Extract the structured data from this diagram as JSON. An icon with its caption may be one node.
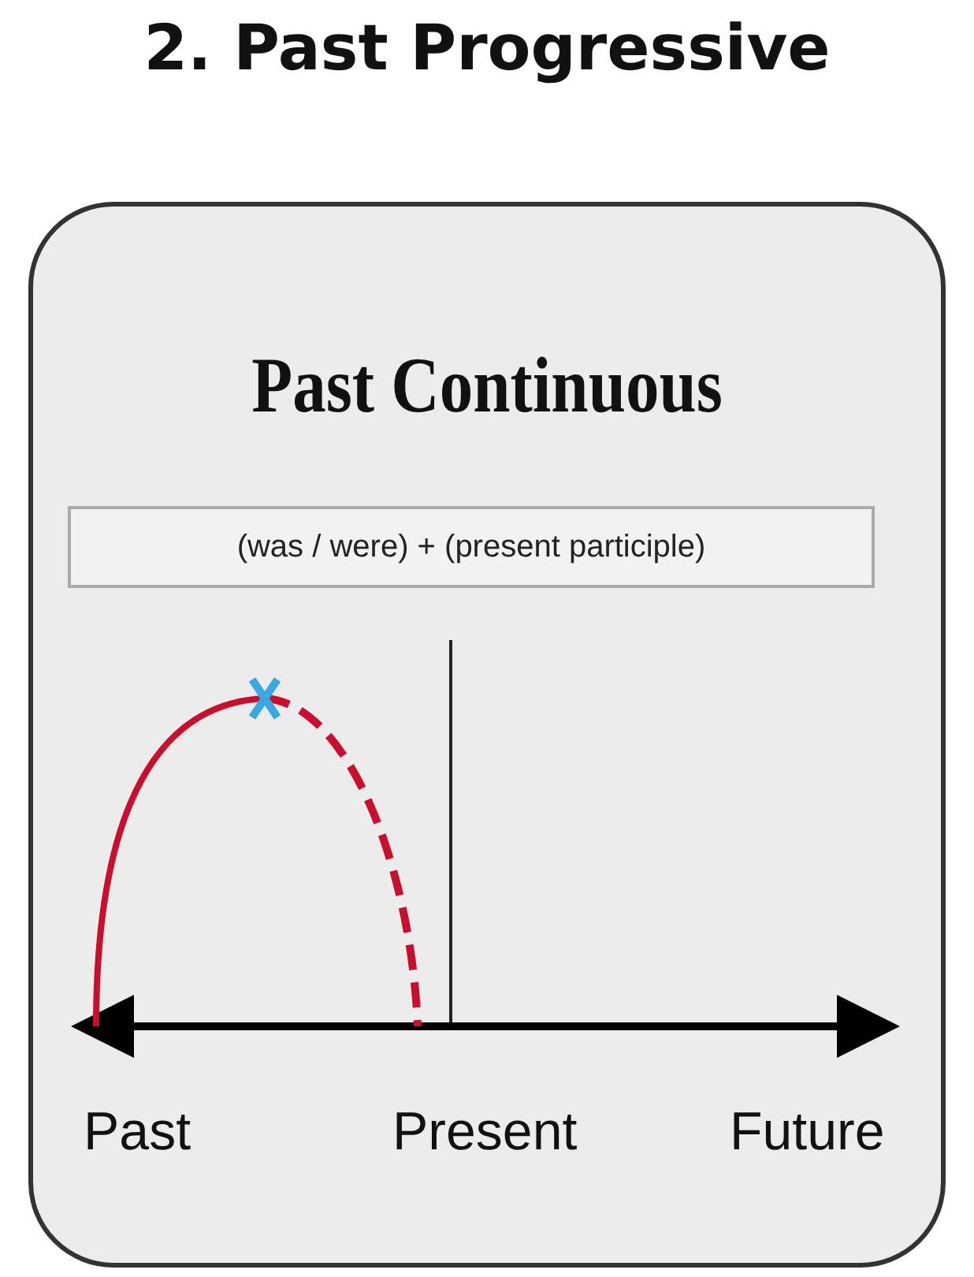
{
  "diagram": {
    "title": "2. Past Progressive",
    "nodes": [
      {
        "text": [
          "Past Continuous"
        ]
      },
      {
        "text": [
          "(was / were) + (present participle)"
        ],
        "in": 0
      }
    ],
    "labels": [
      "Past",
      "Present",
      "Future"
    ]
  }
}
